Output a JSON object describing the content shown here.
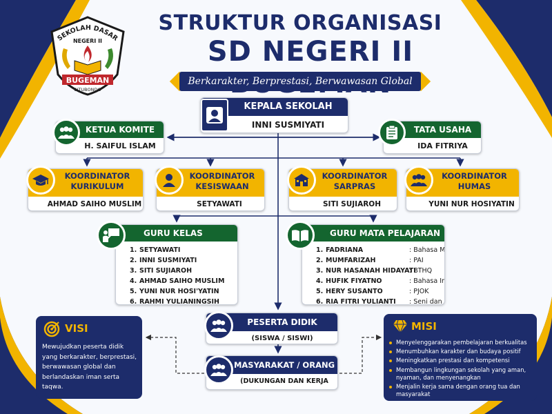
{
  "header": {
    "logo": {
      "top_text": "SEKOLAH DASAR",
      "mid_text": "NEGERI II",
      "band_text": "BUGEMAN",
      "bottom_text": "SITUBONDO"
    },
    "title_line1": "STRUKTUR ORGANISASI",
    "title_line2": "SD NEGERI II BUGEMAN",
    "tagline": "Berkarakter, Berprestasi, Berwawasan Global"
  },
  "nodes": {
    "kepala_sekolah": {
      "role": "KEPALA SEKOLAH",
      "name": "INNI SUSMIYATI",
      "icon": "person-icon"
    },
    "ketua_komite": {
      "role": "KETUA KOMITE",
      "name": "H. SAIFUL ISLAM",
      "icon": "group-icon"
    },
    "tata_usaha": {
      "role": "TATA USAHA",
      "name": "IDA FITRIYA",
      "icon": "clipboard-icon"
    },
    "koor_kurikulum": {
      "role": "KOORDINATOR KURIKULUM",
      "role_line1": "KOORDINATOR",
      "role_line2": "KURIKULUM",
      "name": "AHMAD SAIHO MUSLIM",
      "icon": "graduation-cap-icon"
    },
    "koor_kesiswaan": {
      "role": "KOORDINATOR KESISWAAN",
      "role_line1": "KOORDINATOR",
      "role_line2": "KESISWAAN",
      "name": "SETYAWATI",
      "icon": "person-icon"
    },
    "koor_sarpras": {
      "role": "KOORDINATOR SARPRAS",
      "role_line1": "KOORDINATOR",
      "role_line2": "SARPRAS",
      "name": "SITI SUJIAROH",
      "icon": "school-building-icon"
    },
    "koor_humas": {
      "role": "KOORDINATOR HUMAS",
      "role_line1": "KOORDINATOR",
      "role_line2": "HUMAS",
      "name": "YUNI NUR HOSIYATIN",
      "icon": "group-icon"
    },
    "guru_kelas": {
      "title": "GURU KELAS",
      "icon": "teacher-board-icon",
      "members": [
        {
          "num": "1.",
          "name": "SETYAWATI"
        },
        {
          "num": "2.",
          "name": "INNI SUSMIYATI"
        },
        {
          "num": "3.",
          "name": "SITI SUJIAROH"
        },
        {
          "num": "4.",
          "name": "AHMAD SAIHO MUSLIM"
        },
        {
          "num": "5.",
          "name": "YUNI NUR HOSI'YATIN"
        },
        {
          "num": "6.",
          "name": "RAHMI YULIANINGSIH"
        }
      ]
    },
    "guru_mapel": {
      "title": "GURU MATA PELAJARAN",
      "icon": "open-book-icon",
      "members": [
        {
          "num": "1.",
          "name": "FADRIANA",
          "subject": ": Bahasa Madura"
        },
        {
          "num": "2.",
          "name": "MUMFARIZAH",
          "subject": ": PAI"
        },
        {
          "num": "3.",
          "name": "NUR HASANAH HIDAYATI",
          "subject": ": BTHQ"
        },
        {
          "num": "4.",
          "name": "HUFIK FIYATNO",
          "subject": ": Bahasa Inggris"
        },
        {
          "num": "5.",
          "name": "HERY SUSANTO",
          "subject": ": PJOK"
        },
        {
          "num": "6.",
          "name": "RIA FITRI YULIANTI",
          "subject": ": Seni dan Budaya"
        }
      ]
    },
    "peserta_didik": {
      "role": "PESERTA DIDIK",
      "name": "(SISWA / SISWI)",
      "icon": "group-icon"
    },
    "masyarakat": {
      "role": "MASYARAKAT / ORANG TUA",
      "name": "(DUKUNGAN DAN KERJA SAMA)",
      "icon": "group-icon"
    }
  },
  "visi": {
    "title": "VISI",
    "icon": "target-icon",
    "text": "Mewujudkan peserta didik yang berkarakter, berprestasi, berwawasan global dan berlandaskan iman serta taqwa."
  },
  "misi": {
    "title": "MISI",
    "icon": "diamond-icon",
    "items": [
      "Menyelenggarakan pembelajaran berkualitas",
      "Menumbuhkan karakter dan budaya positif",
      "Meningkatkan prestasi dan kompetensi",
      "Membangun lingkungan sekolah yang aman, nyaman, dan menyenangkan",
      "Menjalin kerja sama dengan orang tua dan masyarakat"
    ]
  },
  "colors": {
    "navy": "#1d2c6b",
    "green": "#14652f",
    "gold": "#f2b400",
    "logo_red": "#c0282d"
  }
}
